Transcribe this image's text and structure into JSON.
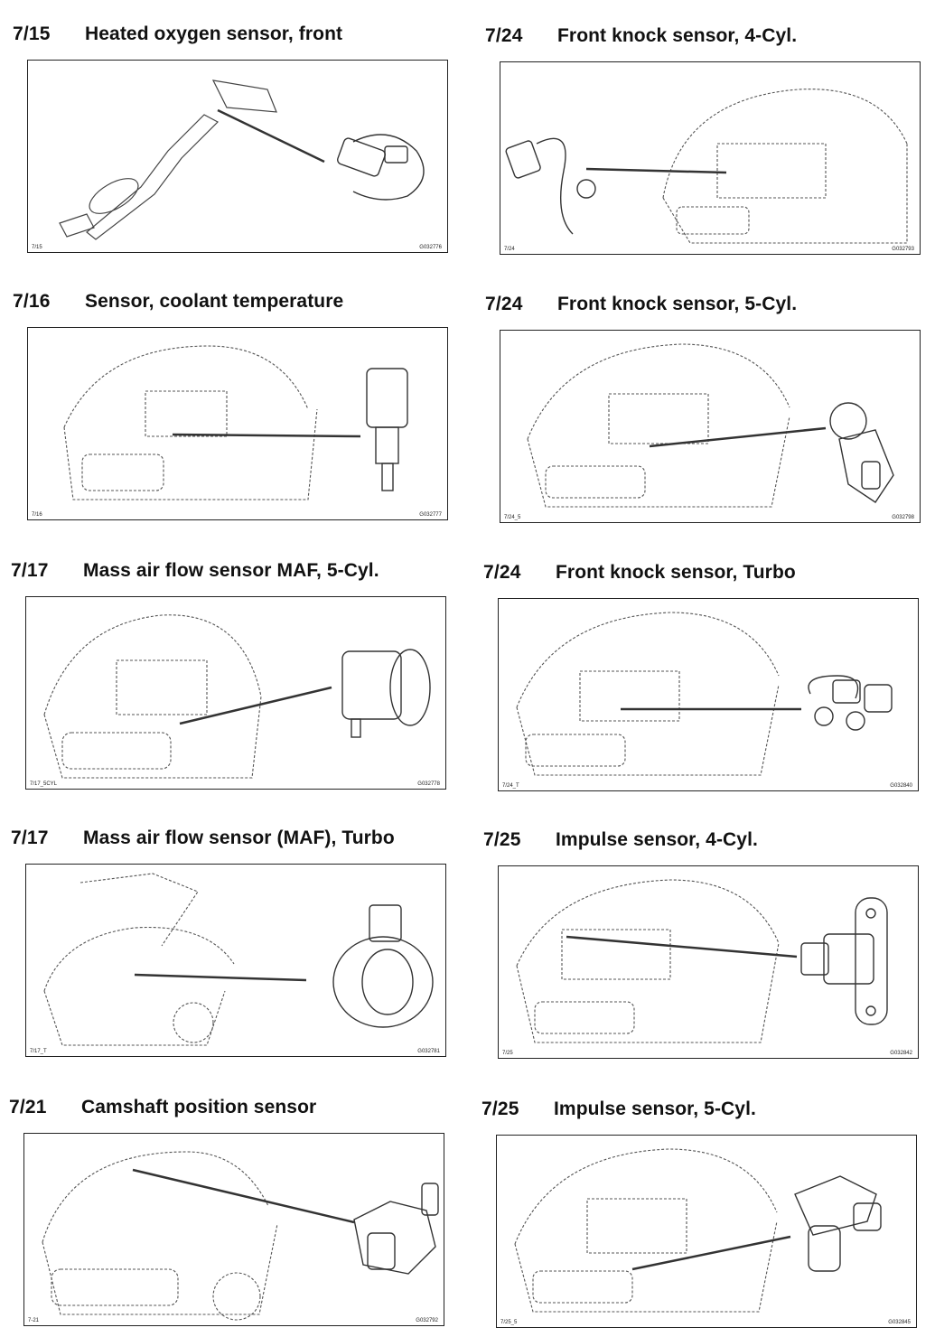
{
  "entries": [
    {
      "code": "7/15",
      "title": "Heated oxygen sensor, front",
      "ref": "7/15",
      "gid": "G032776",
      "art": "exhaust"
    },
    {
      "code": "7/24",
      "title": "Front knock sensor, 4-Cyl.",
      "ref": "7/24",
      "gid": "G032793",
      "art": "engine"
    },
    {
      "code": "7/16",
      "title": "Sensor, coolant temperature",
      "ref": "7/16",
      "gid": "G032777",
      "art": "engine"
    },
    {
      "code": "7/24",
      "title": "Front knock sensor, 5-Cyl.",
      "ref": "7/24_5",
      "gid": "G032798",
      "art": "engine"
    },
    {
      "code": "7/17",
      "title": "Mass air flow sensor MAF, 5-Cyl.",
      "ref": "7/17_5CYL",
      "gid": "G032778",
      "art": "car"
    },
    {
      "code": "7/24",
      "title": "Front knock sensor, Turbo",
      "ref": "7/24_T",
      "gid": "G032840",
      "art": "engine"
    },
    {
      "code": "7/17",
      "title": "Mass air flow sensor (MAF), Turbo",
      "ref": "7/17_T",
      "gid": "G032781",
      "art": "car"
    },
    {
      "code": "7/25",
      "title": "Impulse sensor, 4-Cyl.",
      "ref": "7/25",
      "gid": "G032842",
      "art": "engine"
    },
    {
      "code": "7/21",
      "title": "Camshaft position sensor",
      "ref": "7-21",
      "gid": "G032792",
      "art": "car"
    },
    {
      "code": "7/25",
      "title": "Impulse sensor, 5-Cyl.",
      "ref": "7/25_5",
      "gid": "G032845",
      "art": "engine"
    }
  ]
}
